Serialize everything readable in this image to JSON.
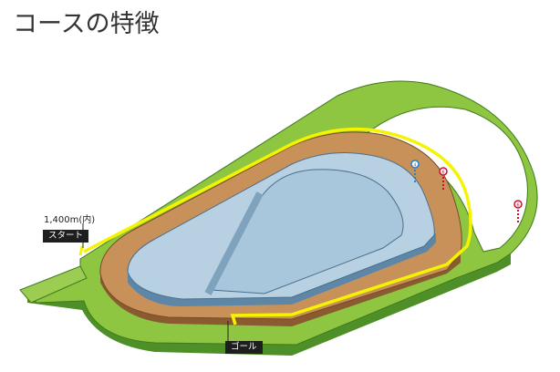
{
  "page": {
    "title": "コースの特徴"
  },
  "course": {
    "distance_label": "1,400m(内)",
    "start_label": "スタート",
    "goal_label": "ゴール"
  },
  "colors": {
    "turf_top": "#8ec641",
    "turf_side": "#4f8f27",
    "dirt_top": "#c8915a",
    "dirt_side": "#8a5a30",
    "infield_top": "#b7d1e3",
    "infield_side": "#5e86a6",
    "rail": "#f4f400",
    "post_red": "#c8102e",
    "post_blue": "#2a7fc9",
    "label_bg": "#1e1e1e"
  },
  "markers": [
    {
      "icon": "blue-furlong-post-icon",
      "color": "blue"
    },
    {
      "icon": "red-furlong-post-icon",
      "color": "red"
    },
    {
      "icon": "red-furlong-post-icon",
      "color": "red"
    }
  ]
}
